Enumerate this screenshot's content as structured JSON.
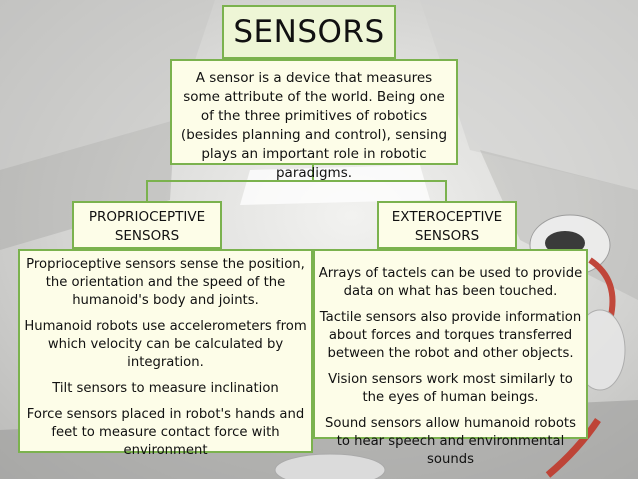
{
  "title": "SENSORS",
  "definition": "A sensor is a device that measures some attribute of the world. Being one of the three primitives of robotics (besides planning and control), sensing plays an important role in robotic paradigms.",
  "branches": [
    {
      "heading": "PROPRIOCEPTIVE SENSORS",
      "items": [
        "Proprioceptive sensors sense the position, the orientation and the speed of the humanoid's body and joints.",
        "Humanoid robots use accelerometers from which velocity can be calculated by integration.",
        "Tilt sensors to measure inclination",
        "Force sensors placed in robot's hands and feet to measure contact force with environment"
      ]
    },
    {
      "heading": "EXTEROCEPTIVE SENSORS",
      "items": [
        "Arrays of tactels can be used to provide data on what has been touched.",
        "Tactile sensors also provide information about forces and torques transferred between the robot and other objects.",
        "Vision sensors work most similarly to the eyes of human beings.",
        "Sound sensors allow humanoid robots to hear speech and environmental sounds"
      ]
    }
  ],
  "colors": {
    "border": "#7bb24e",
    "box_fill": "#fdfde8",
    "title_fill": "#eef6d6"
  }
}
